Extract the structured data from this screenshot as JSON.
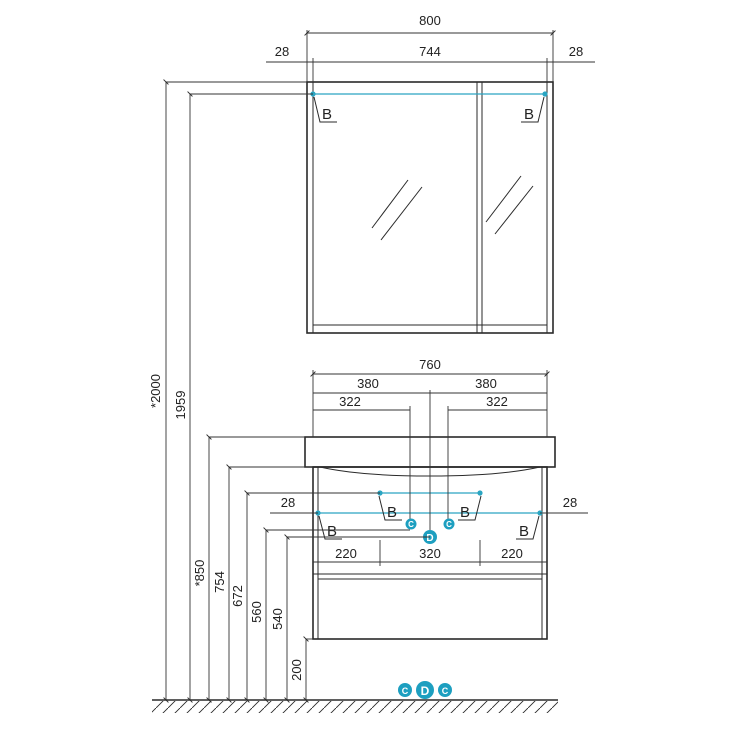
{
  "dimensions": {
    "mirror_total_width": "800",
    "mirror_inner_width": "744",
    "mirror_left_offset": "28",
    "mirror_right_offset": "28",
    "vanity_total_width": "760",
    "vanity_half_left": "380",
    "vanity_half_right": "380",
    "vanity_inner_left": "322",
    "vanity_inner_right": "322",
    "mount_left_offset": "28",
    "mount_right_offset": "28",
    "segment_left": "220",
    "segment_center": "320",
    "segment_right": "220",
    "height_total": "*2000",
    "height_mirror_top": "1959",
    "height_basin_top": "*850",
    "height_754": "754",
    "height_672": "672",
    "height_560": "560",
    "height_540": "540",
    "height_200": "200"
  },
  "markers": {
    "b": "B",
    "c": "C",
    "d": "D"
  },
  "colors": {
    "line": "#2a2a2a",
    "accent": "#2aa5c2",
    "marker_fill": "#1d9fc0"
  }
}
